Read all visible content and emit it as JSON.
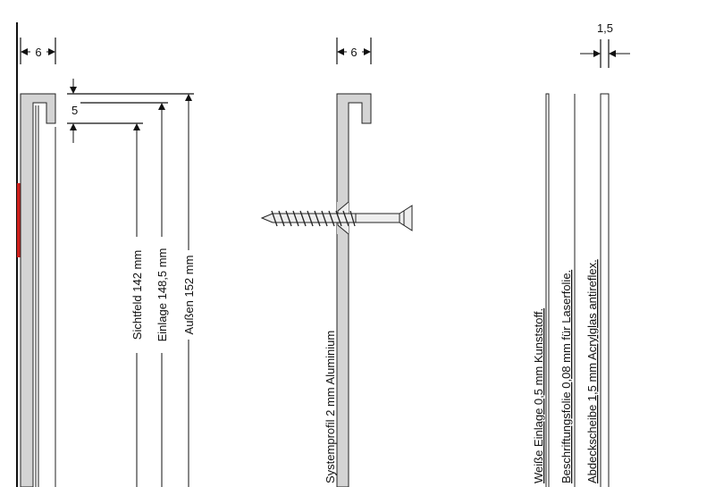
{
  "left": {
    "dim_width": "6",
    "dim_lip": "5",
    "labels": [
      "Sichtfeld 142 mm",
      "Einlage 148,5 mm",
      "Außen 152 mm"
    ],
    "accent_color": "#d0201c"
  },
  "middle": {
    "dim_width": "6",
    "profile_label": "Systemprofil 2 mm Aluminium"
  },
  "right": {
    "dim_thickness": "1,5",
    "layers": [
      "Weiße Einlage 0,5 mm Kunststoff.",
      "Beschriftungsfolie 0,08 mm für Laserfolie.",
      "Abdeckscheibe 1,5 mm Acrylglas antireflex."
    ]
  },
  "colors": {
    "profile": "#d4d4d4",
    "line": "#222222"
  }
}
